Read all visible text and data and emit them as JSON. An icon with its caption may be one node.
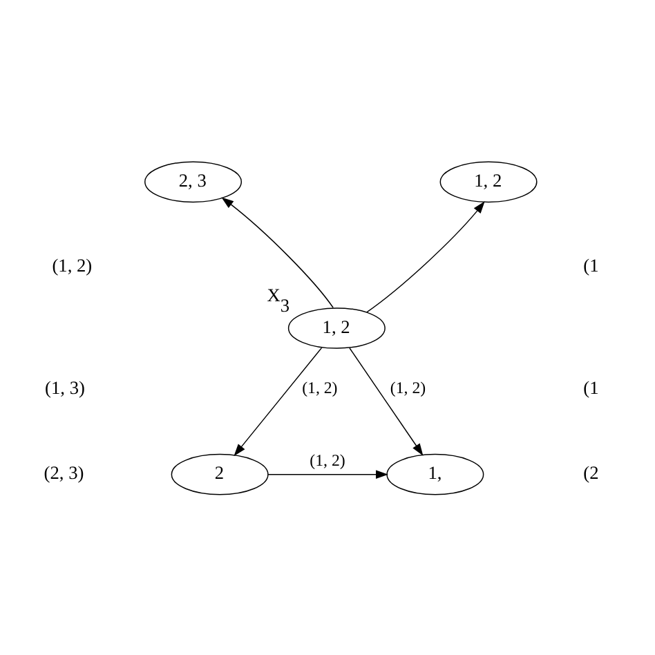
{
  "diagram": {
    "nodes": [
      {
        "text": [
          "2, 3"
        ]
      },
      {
        "text": [
          "1, 2"
        ]
      },
      {
        "text": [
          "1, 2"
        ],
        "beside": [
          "X$_{3}$"
        ]
      },
      {
        "text": [
          "2"
        ]
      },
      {
        "text": [
          "1,"
        ]
      }
    ],
    "edges": [
      {
        "from": 2,
        "to": 0,
        "arrow": "to"
      },
      {
        "from": 2,
        "to": 1,
        "arrow": "to"
      },
      {
        "from": 2,
        "to": 3,
        "arrow": "to",
        "label": "(1, 2)"
      },
      {
        "from": 2,
        "to": 4,
        "arrow": "to",
        "label": "(1, 2)"
      },
      {
        "from": 3,
        "to": 4,
        "arrow": "to",
        "label": "(1, 2)"
      }
    ],
    "labels": [
      "(1, 2)",
      "(1",
      "(1, 3)",
      "(1",
      "(2, 3)",
      "(2"
    ]
  }
}
